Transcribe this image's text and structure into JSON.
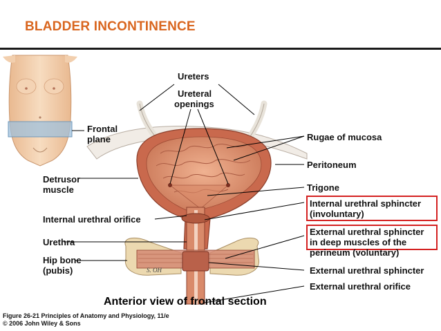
{
  "slide": {
    "title": "BLADDER INCONTINENCE"
  },
  "labels": {
    "ureters": "Ureters",
    "ureteral_openings_1": "Ureteral",
    "ureteral_openings_2": "openings",
    "frontal_plane_1": "Frontal",
    "frontal_plane_2": "plane",
    "rugae": "Rugae of mucosa",
    "peritoneum": "Peritoneum",
    "detrusor_1": "Detrusor",
    "detrusor_2": "muscle",
    "trigone": "Trigone",
    "int_sphincter_1": "Internal urethral sphincter",
    "int_sphincter_2": "(involuntary)",
    "int_orifice": "Internal urethral orifice",
    "ext_sphincter_deep_1": "External urethral sphincter",
    "ext_sphincter_deep_2": "in deep muscles of the",
    "ext_sphincter_deep_3": "perineum (voluntary)",
    "urethra": "Urethra",
    "hip_bone_1": "Hip bone",
    "hip_bone_2": "(pubis)",
    "ext_sphincter": "External urethral sphincter",
    "ext_orifice": "External urethral orifice",
    "artist_signature": "S. OH"
  },
  "captions": {
    "view": "Anterior view of frontal section",
    "figure_line1": "Figure 26-21  Principles of Anatomy and Physiology, 11/e",
    "figure_line2": "© 2006 John Wiley & Sons"
  },
  "colors": {
    "title": "#d9661f",
    "highlight_box": "#d42020",
    "muscle": "#c9694d",
    "mucosa": "#e29a7a",
    "bone": "#ecd9b0",
    "skin": "#f2cfae"
  }
}
